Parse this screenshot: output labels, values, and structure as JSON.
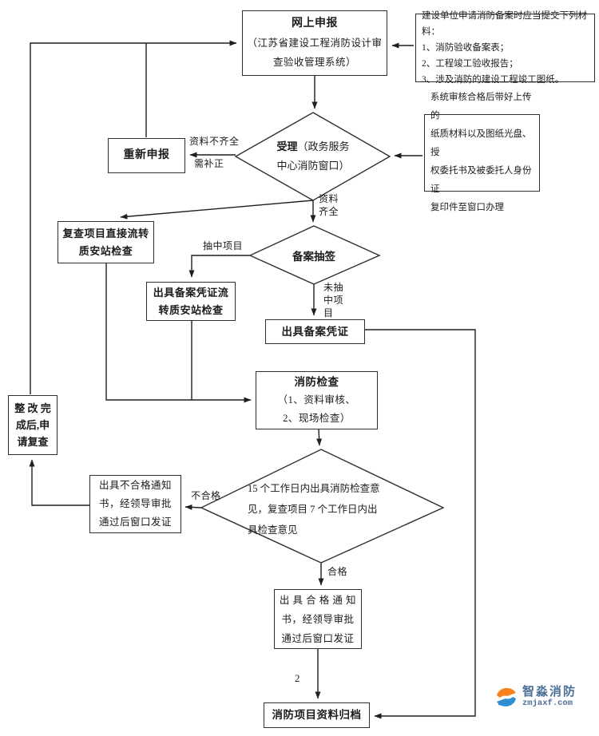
{
  "flowchart": {
    "nodes": {
      "online_declare": {
        "title": "网上申报",
        "lines": [
          "（江苏省建设工程消防设计审",
          "查验收管理系统）"
        ]
      },
      "materials_note": {
        "lines": [
          "建设单位申请消防备案时应当提交下列材料：",
          "1、消防验收备案表；",
          "2、工程竣工验收报告；",
          "3、涉及消防的建设工程竣工图纸。"
        ]
      },
      "redeclare": {
        "label": "重新申报"
      },
      "accept_diamond": {
        "bold": "受理",
        "rest": "（政务服务",
        "line2": "中心消防窗口）"
      },
      "system_note": {
        "lines": [
          "系统审核合格后带好上传的",
          "纸质材料以及图纸光盘、授",
          "权委托书及被委托人身份证",
          "复印件至窗口办理"
        ]
      },
      "recheck_direct": {
        "lines": [
          "复查项目直接流转",
          "质安站检查"
        ]
      },
      "lottery_diamond": {
        "label": "备案抽签"
      },
      "cert_transfer": {
        "lines": [
          "出具备案凭证流",
          "转质安站检查"
        ]
      },
      "issue_cert": {
        "label": "出具备案凭证"
      },
      "fire_check": {
        "title": "消防检查",
        "lines": [
          "（1、资料审核、",
          "2、现场检查）"
        ]
      },
      "rectify": {
        "lines": [
          "整 改 完",
          "成后,申",
          "请复查"
        ]
      },
      "fail_notice": {
        "lines": [
          "出具不合格通知",
          "书，经领导审批",
          "通过后窗口发证"
        ]
      },
      "opinion_diamond": {
        "lines": [
          "15 个工作日内出具消防检查意",
          "见，复查项目 7 个工作日内出",
          "具检查意见"
        ]
      },
      "pass_notice": {
        "lines": [
          "出 具 合 格 通 知",
          "书，经领导审批",
          "通过后窗口发证"
        ]
      },
      "archive": {
        "label": "消防项目资料归档"
      }
    },
    "edge_labels": {
      "incomplete_1": "资料不齐全",
      "incomplete_2": "需补正",
      "complete_1": "资料",
      "complete_2": "齐全",
      "drawn": "抽中项目",
      "not_drawn_1": "未抽",
      "not_drawn_2": "中项",
      "not_drawn_3": "目",
      "fail": "不合格",
      "pass": "合格"
    }
  },
  "page_number": "2",
  "watermark": {
    "brand": "智淼消防",
    "site": "zmjaxf.com"
  },
  "colors": {
    "line": "#1f1f1f",
    "brand_blue": "#4d6f96",
    "logo_orange": "#f5821f",
    "logo_blue": "#2e8fd0"
  }
}
